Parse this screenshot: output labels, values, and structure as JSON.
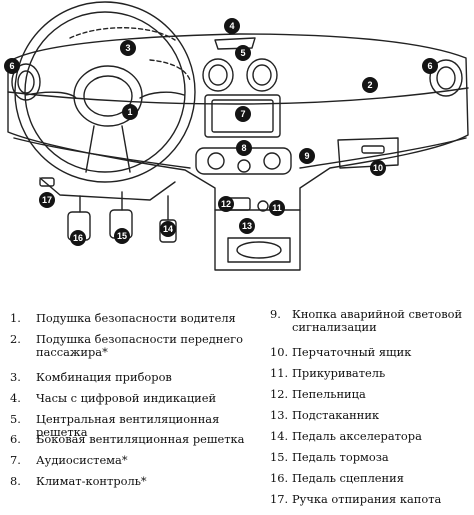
{
  "callouts": [
    {
      "n": "1"
    },
    {
      "n": "2"
    },
    {
      "n": "3"
    },
    {
      "n": "4"
    },
    {
      "n": "5"
    },
    {
      "n": "6"
    },
    {
      "n": "6"
    },
    {
      "n": "7"
    },
    {
      "n": "8"
    },
    {
      "n": "9"
    },
    {
      "n": "10"
    },
    {
      "n": "11"
    },
    {
      "n": "12"
    },
    {
      "n": "13"
    },
    {
      "n": "14"
    },
    {
      "n": "15"
    },
    {
      "n": "16"
    },
    {
      "n": "17"
    }
  ],
  "legend_left": [
    {
      "num": "1.",
      "label": "Подушка безопасности водителя"
    },
    {
      "num": "2.",
      "label": "Подушка безопасности переднего пассажира*"
    },
    {
      "num": "3.",
      "label": "Комбинация приборов"
    },
    {
      "num": "4.",
      "label": "Часы с цифровой индикацией"
    },
    {
      "num": "5.",
      "label": "Центральная вентиляционная решетка"
    },
    {
      "num": "6.",
      "label": "Боковая вентиляционная решетка"
    },
    {
      "num": "7.",
      "label": "Аудиосистема*"
    },
    {
      "num": "8.",
      "label": "Климат-контроль*"
    }
  ],
  "legend_right": [
    {
      "num": "9.",
      "label": "Кнопка аварийной световой сигнализации"
    },
    {
      "num": "10.",
      "label": "Перчаточный ящик"
    },
    {
      "num": "11.",
      "label": "Прикуриватель"
    },
    {
      "num": "12.",
      "label": "Пепельница"
    },
    {
      "num": "13.",
      "label": "Подстаканник"
    },
    {
      "num": "14.",
      "label": "Педаль акселератора"
    },
    {
      "num": "15.",
      "label": "Педаль тормоза"
    },
    {
      "num": "16.",
      "label": "Педаль сцепления"
    },
    {
      "num": "17.",
      "label": "Ручка отпирания капота"
    }
  ]
}
